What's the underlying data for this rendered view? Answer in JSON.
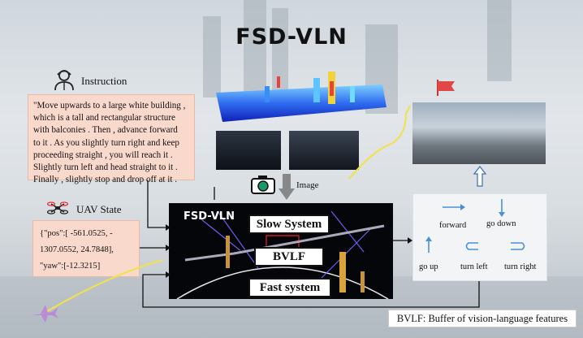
{
  "title": "FSD-VLN",
  "instruction": {
    "label": "Instruction",
    "lines": [
      "\"Move upwards to a large white building ,",
      "which is a tall and rectangular structure",
      "with balconies . Then , advance forward",
      "to it . As you slightly turn right and keep",
      "proceeding straight , you will reach it .",
      "Slightly turn left and head straight to it .",
      "Finally , slightly stop and drop off at it ."
    ]
  },
  "uav_state": {
    "label": "UAV State",
    "lines": [
      "{\"pos\":[ -561.0525, -",
      "1307.0552, 24.7848],",
      "\"yaw\":[-12.3215]"
    ]
  },
  "image_label": "Image",
  "center": {
    "tag": "FSD-VLN",
    "slow": "Slow System",
    "bvlf": "BVLF",
    "fast": "Fast system"
  },
  "actions": {
    "forward": "forward",
    "go_down": "go down",
    "go_up": "go up",
    "turn_left": "turn left",
    "turn_right": "turn right"
  },
  "legend": "BVLF: Buffer of vision-language features",
  "colors": {
    "box_fill": "#f9d9cb",
    "arrow_blue": "#4a90d9",
    "path_yellow": "#f2e24a"
  }
}
